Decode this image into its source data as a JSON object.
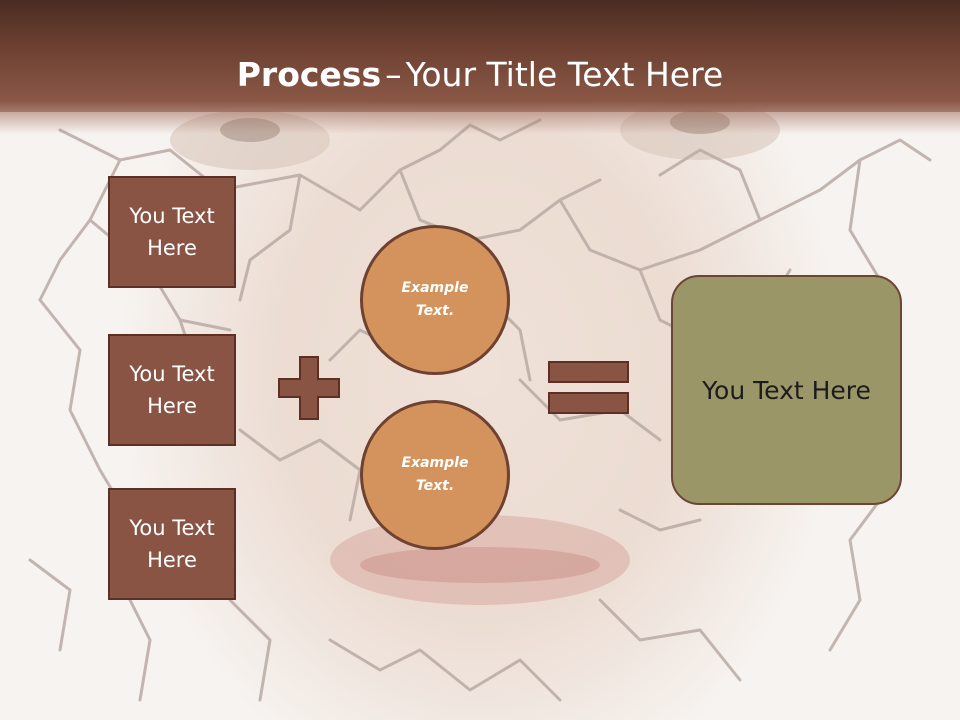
{
  "slide": {
    "title_bold": "Process",
    "title_dash": "–",
    "title_rest": "Your Title Text Here"
  },
  "left_boxes": [
    {
      "label": "You Text Here"
    },
    {
      "label": "You Text Here"
    },
    {
      "label": "You Text Here"
    }
  ],
  "circles": [
    {
      "label": "Example Text."
    },
    {
      "label": "Example Text."
    }
  ],
  "result_box": {
    "label": "You Text Here"
  },
  "colors": {
    "title_bar": "#6f4233",
    "left_box_fill": "#8a5444",
    "circle_fill": "#d4935c",
    "result_fill": "#9a9668",
    "operator_fill": "#8a5444"
  },
  "background": {
    "description_icon": "cracked-skin-face-photo"
  }
}
